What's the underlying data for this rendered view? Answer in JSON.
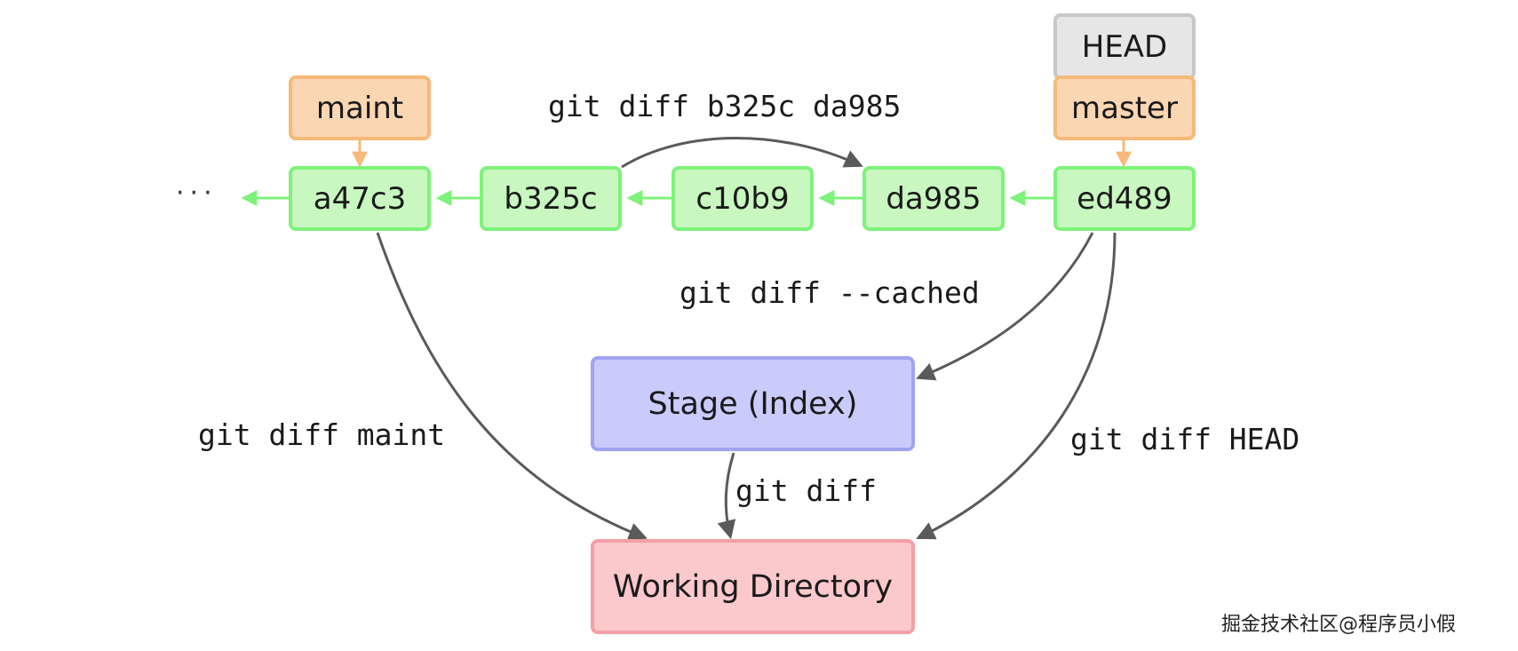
{
  "commits": [
    {
      "id": "a47c3"
    },
    {
      "id": "b325c"
    },
    {
      "id": "c10b9"
    },
    {
      "id": "da985"
    },
    {
      "id": "ed489"
    }
  ],
  "ellipsis": "···",
  "branches": {
    "maint": "maint",
    "master": "master",
    "head": "HEAD"
  },
  "areas": {
    "stage": "Stage (Index)",
    "working_directory": "Working Directory"
  },
  "commands": {
    "diff_commits": "git diff b325c da985",
    "diff_cached": "git diff --cached",
    "diff_maint": "git diff maint",
    "diff_head": "git diff HEAD",
    "diff": "git diff"
  },
  "watermark": "掘金技术社区@程序员小假",
  "colors": {
    "commit_fill": "#c8f7c0",
    "commit_border": "#7ef27a",
    "branch_fill": "#fbd6b3",
    "branch_border": "#f6b979",
    "head_fill": "#e6e6e6",
    "stage_fill": "#c9ccfb",
    "working_fill": "#fbc8cc",
    "arrow": "#5a5a5a"
  }
}
